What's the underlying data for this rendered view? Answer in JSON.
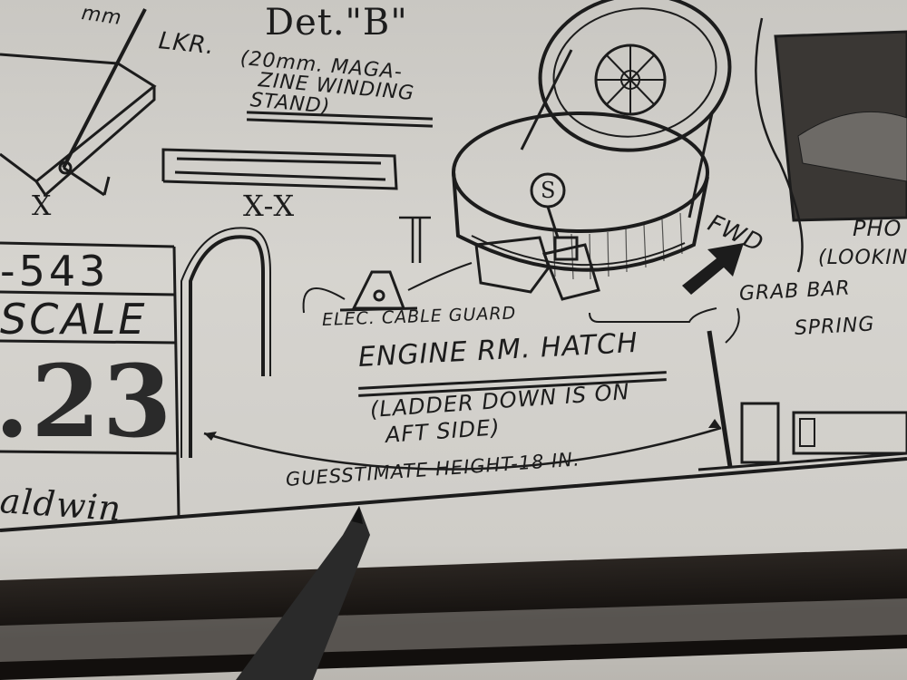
{
  "drawing": {
    "top_left_unit": "mm",
    "detail_title": "Det.\"B\"",
    "detail_caption": [
      "(20mm. MAGA-",
      "ZINE WINDING",
      "STAND)"
    ],
    "lkr_label": "LKR.",
    "section_x_label": "X",
    "section_xx_label": "X-X",
    "title_block": {
      "number_fragment": "-543",
      "scale_label": "SCALE",
      "sheet_number": ".23",
      "signature": "aldwin"
    },
    "cable_guard_label": "ELEC. CABLE GUARD",
    "hatch_title": "ENGINE RM. HATCH",
    "hatch_note": [
      "(LADDER DOWN IS ON",
      "AFT SIDE)"
    ],
    "height_note": "GUESSTIMATE HEIGHT-18 IN.",
    "fwd_label": "FWD",
    "grab_bar_label": "GRAB BAR",
    "spring_label": "SPRING",
    "s_marker": "S",
    "photo_label": "PHO",
    "photo_sub": "(LOOKIN"
  },
  "colors": {
    "paper": "#d6d4cf",
    "ink": "#1c1c1c",
    "background": "#1a1714",
    "pencil": "#2a2a2a"
  }
}
